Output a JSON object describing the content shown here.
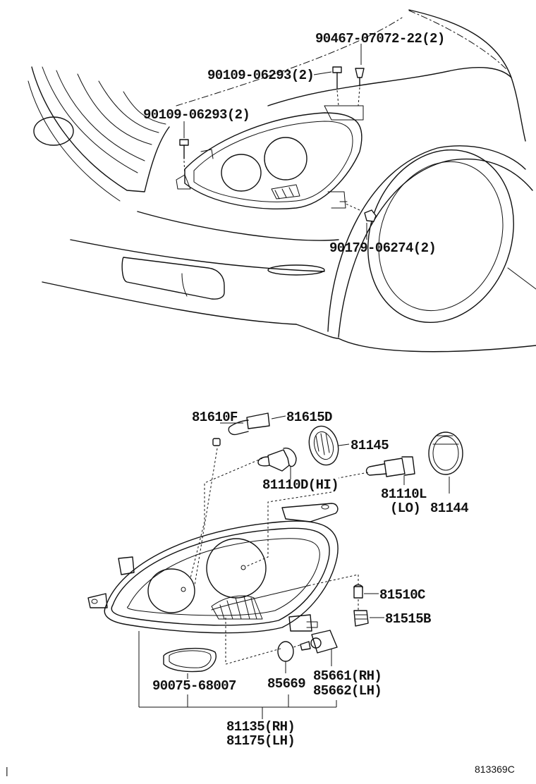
{
  "labels": {
    "p9046707072": "90467-07072-22(2)",
    "p9010906293a": "90109-06293(2)",
    "p9010906293b": "90109-06293(2)",
    "p9017906274": "90179-06274(2)",
    "p81610f": "81610F",
    "p81615d": "81615D",
    "p81145": "81145",
    "p81110d": "81110D(HI)",
    "p81110l": "81110L",
    "p81110l_lo": "(LO)",
    "p81144": "81144",
    "p81510c": "81510C",
    "p81515b": "81515B",
    "p85661": "85661(RH)",
    "p85662": "85662(LH)",
    "p90075": "90075-68007",
    "p85669": "85669",
    "p81135": "81135(RH)",
    "p81175": "81175(LH)"
  },
  "ref_code": "813369C",
  "margin_mark": "|"
}
